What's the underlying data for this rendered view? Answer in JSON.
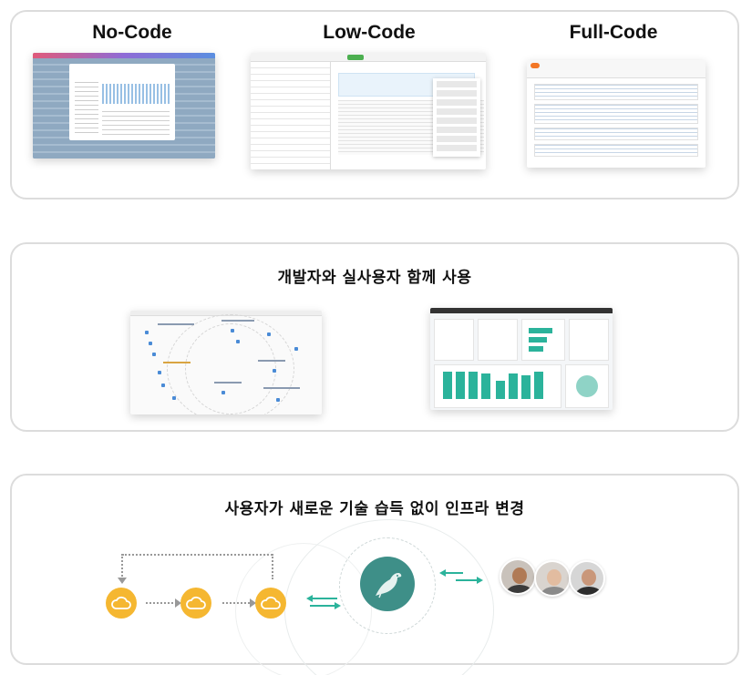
{
  "section1": {
    "columns": [
      {
        "title": "No-Code"
      },
      {
        "title": "Low-Code"
      },
      {
        "title": "Full-Code"
      }
    ]
  },
  "section2": {
    "heading": "개발자와 실사용자 함께 사용"
  },
  "section3": {
    "heading": "사용자가 새로운 기술 습득 없이 인프라 변경"
  },
  "colors": {
    "border": "#dcdcdc",
    "cloud": "#f5b731",
    "accent_teal": "#2bb39b",
    "bird_circle": "#3e8f88"
  },
  "icons": [
    "cloud-icon",
    "bird-logo-icon",
    "double-arrow-icon"
  ]
}
